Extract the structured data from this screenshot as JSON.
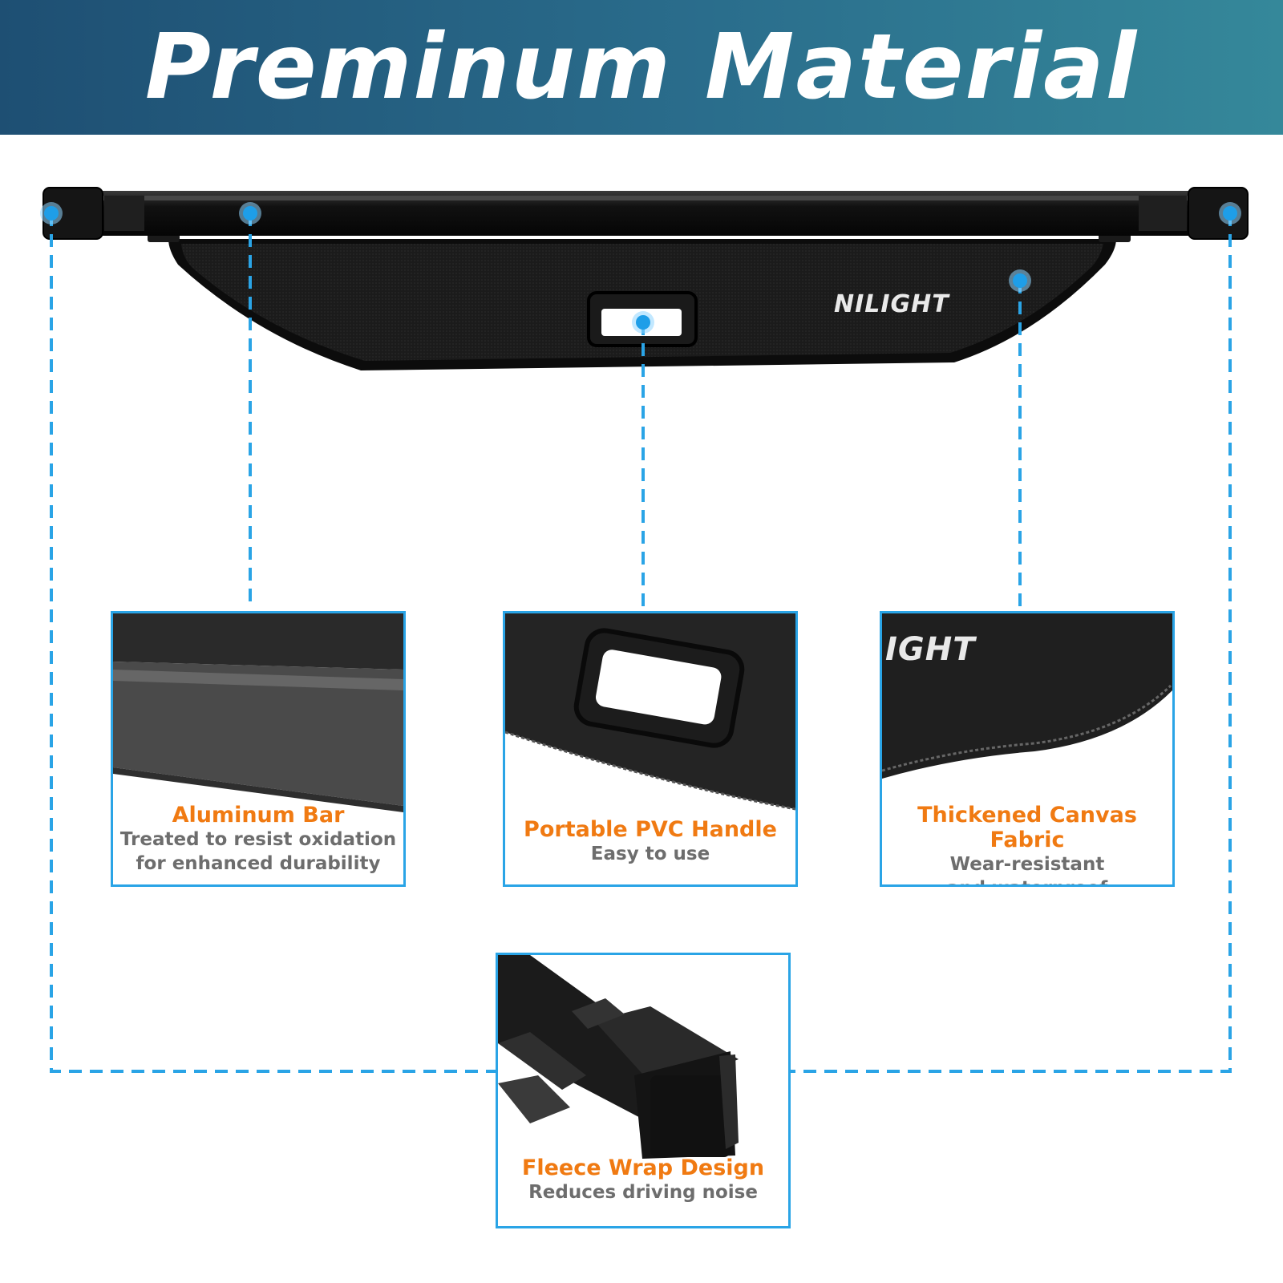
{
  "header": {
    "title": "Preminum Material"
  },
  "brand": {
    "logo_text": "NILIGHT",
    "logo_partial": "IGHT"
  },
  "colors": {
    "banner": "#24607f",
    "accent": "#2aa4e6",
    "title_orange": "#f07a12",
    "desc_gray": "#6d6d6d"
  },
  "features": [
    {
      "title": "Aluminum Bar",
      "desc_line1": "Treated to resist oxidation",
      "desc_line2": "for enhanced durability"
    },
    {
      "title": "Portable PVC Handle",
      "desc_line1": "Easy to use"
    },
    {
      "title": "Thickened Canvas Fabric",
      "desc_line1": "Wear-resistant",
      "desc_line2": "and waterproof"
    },
    {
      "title": "Fleece Wrap Design",
      "desc_line1": "Reduces driving noise"
    }
  ]
}
